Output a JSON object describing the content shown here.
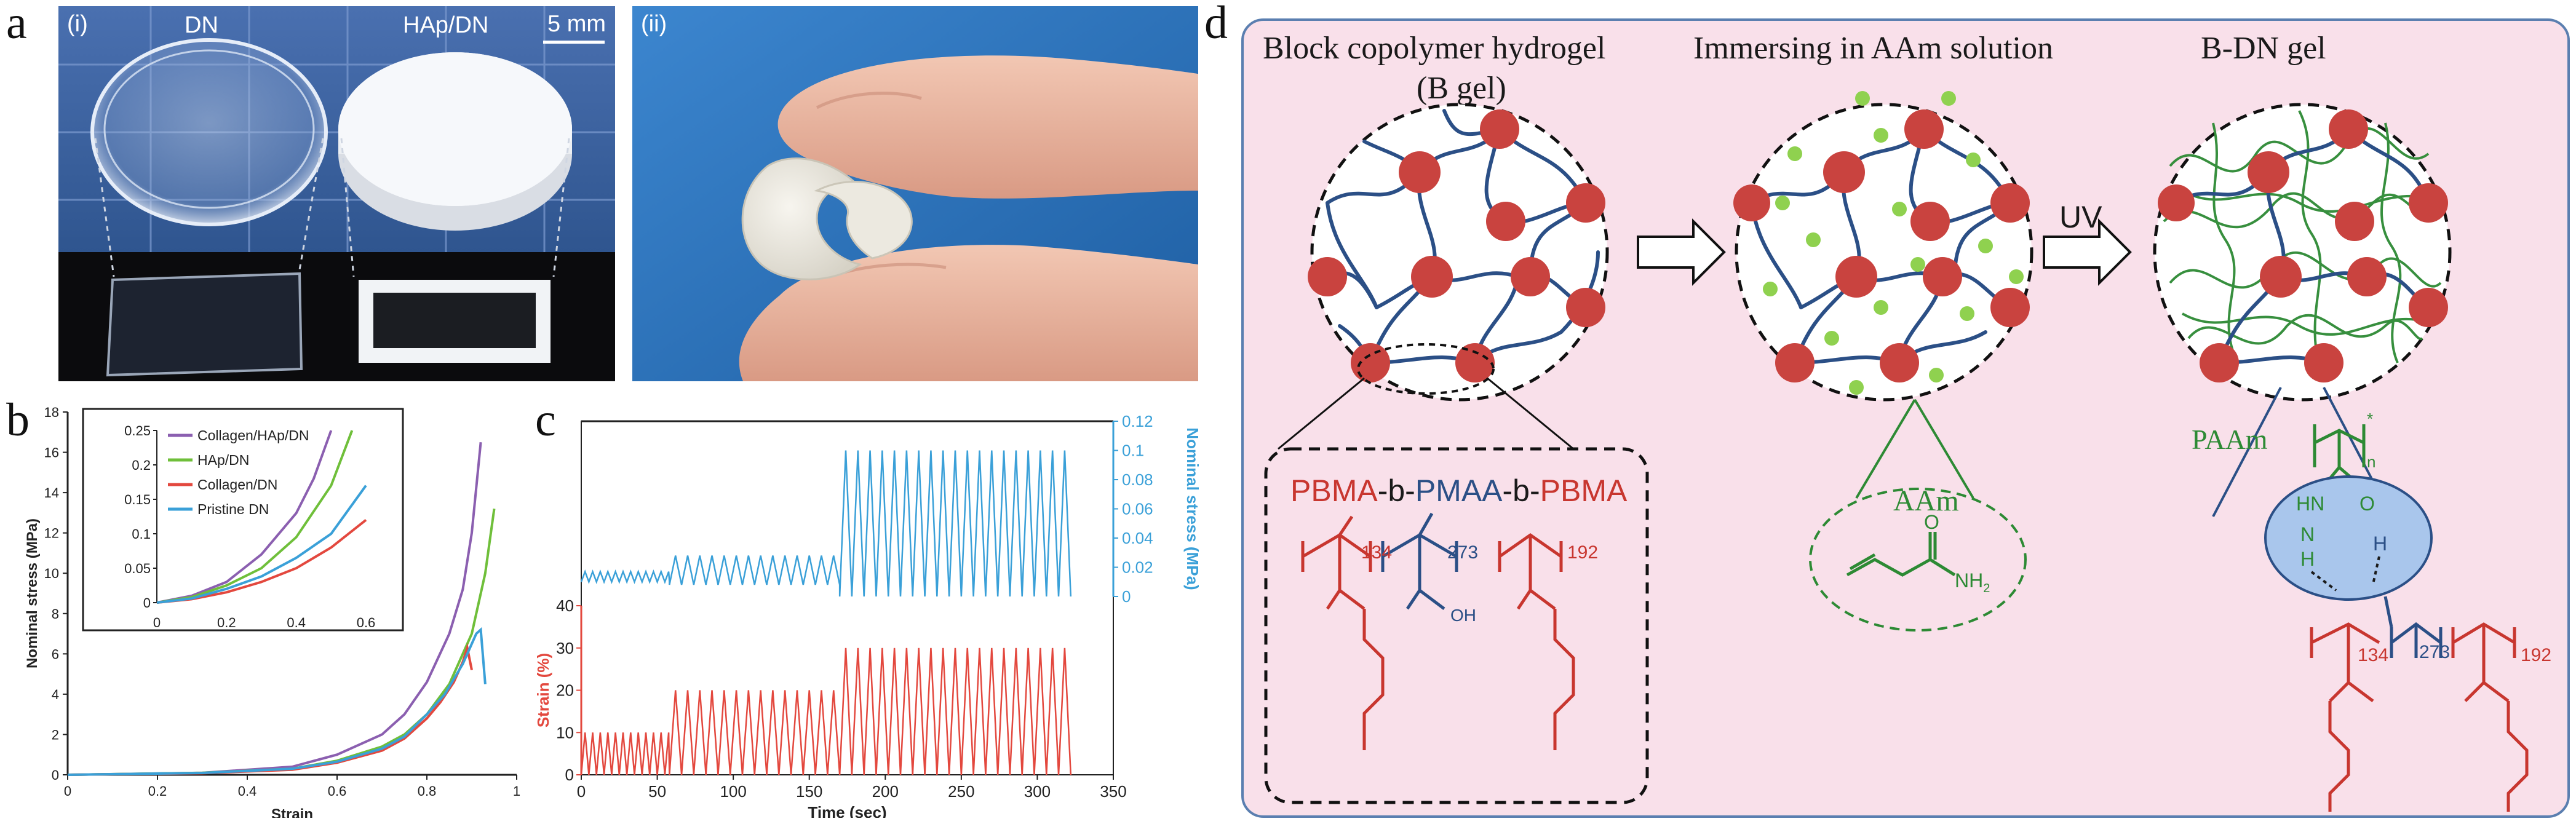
{
  "panels": {
    "a": {
      "letter": "a",
      "photo1": {
        "tag": "(i)",
        "label_left": "DN",
        "label_right": "HAp/DN",
        "scale_bar": "5 mm"
      },
      "photo2": {
        "tag": "(ii)"
      }
    },
    "b": {
      "letter": "b"
    },
    "c": {
      "letter": "c"
    },
    "d": {
      "letter": "d",
      "step1_title": "Block copolymer hydrogel",
      "step1_sub": "(B gel)",
      "step2_title": "Immersing in AAm solution",
      "step3_title": "B-DN gel",
      "uv_label": "UV",
      "polymer": {
        "part1": "PBMA",
        "sep1": "-b-",
        "part2": "PMAA",
        "sep2": "-b-",
        "part3": "PBMA"
      },
      "n134": "134",
      "n273": "273",
      "n192": "192",
      "oh": "OH",
      "aam_label": "AAm",
      "nh2": "NH",
      "nh2_sub": "2",
      "o_label": "O",
      "paam_label": "PAAm",
      "paam_n": "n",
      "paam_star": "*",
      "hn": "HN",
      "h": "H",
      "lower_n134": "134",
      "lower_n273": "273",
      "lower_n192": "192"
    }
  },
  "colors": {
    "red": "#c8362f",
    "blue": "#2b4f86",
    "green": "#2d8a34",
    "pink_bg": "#f9e0ea",
    "panel_border": "#5b7fb0",
    "light_green": "#8fd14f",
    "node_red": "#c9433f"
  },
  "chart_data": [
    {
      "type": "line",
      "panel": "b",
      "xlabel": "Strain",
      "ylabel": "Nominal stress (MPa)",
      "xlim": [
        0,
        1
      ],
      "ylim": [
        0,
        18
      ],
      "x_ticks": [
        "0",
        "0.2",
        "0.4",
        "0.6",
        "0.8",
        "1"
      ],
      "y_ticks": [
        "0",
        "2",
        "4",
        "6",
        "8",
        "10",
        "12",
        "14",
        "16",
        "18"
      ],
      "series": [
        {
          "name": "Collagen/HAp/DN",
          "color": "#8b5fb0",
          "x": [
            0,
            0.3,
            0.5,
            0.6,
            0.7,
            0.75,
            0.8,
            0.85,
            0.88,
            0.9,
            0.92
          ],
          "y": [
            0,
            0.1,
            0.4,
            1.0,
            2.0,
            3.0,
            4.6,
            7.0,
            9.2,
            12.0,
            16.5
          ]
        },
        {
          "name": "HAp/DN",
          "color": "#6fbf3a",
          "x": [
            0,
            0.3,
            0.5,
            0.6,
            0.7,
            0.75,
            0.8,
            0.85,
            0.9,
            0.93,
            0.95
          ],
          "y": [
            0,
            0.1,
            0.3,
            0.7,
            1.4,
            2.0,
            3.0,
            4.5,
            7.0,
            10.0,
            13.2
          ]
        },
        {
          "name": "Collagen/DN",
          "color": "#e3483e",
          "x": [
            0,
            0.3,
            0.5,
            0.6,
            0.7,
            0.75,
            0.8,
            0.83,
            0.86,
            0.88,
            0.89,
            0.9
          ],
          "y": [
            0,
            0.08,
            0.25,
            0.6,
            1.2,
            1.8,
            2.8,
            3.6,
            4.6,
            5.6,
            6.3,
            5.2
          ]
        },
        {
          "name": "Pristine DN",
          "color": "#3aa0d8",
          "x": [
            0,
            0.3,
            0.5,
            0.6,
            0.7,
            0.75,
            0.8,
            0.84,
            0.88,
            0.91,
            0.92,
            0.93
          ],
          "y": [
            0,
            0.09,
            0.3,
            0.65,
            1.3,
            1.9,
            3.0,
            4.0,
            5.5,
            7.0,
            7.2,
            4.5
          ]
        }
      ],
      "inset": {
        "xlim": [
          0,
          0.6
        ],
        "ylim": [
          0,
          0.25
        ],
        "x_ticks": [
          "0",
          "0.2",
          "0.4",
          "0.6"
        ],
        "y_ticks": [
          "0",
          "0.05",
          "0.1",
          "0.15",
          "0.2",
          "0.25"
        ],
        "series": [
          {
            "name": "Collagen/HAp/DN",
            "color": "#8b5fb0",
            "x": [
              0,
              0.1,
              0.2,
              0.3,
              0.4,
              0.45,
              0.5
            ],
            "y": [
              0,
              0.01,
              0.03,
              0.07,
              0.13,
              0.18,
              0.25
            ]
          },
          {
            "name": "HAp/DN",
            "color": "#6fbf3a",
            "x": [
              0,
              0.1,
              0.2,
              0.3,
              0.4,
              0.5,
              0.56
            ],
            "y": [
              0,
              0.008,
              0.025,
              0.05,
              0.095,
              0.17,
              0.25
            ]
          },
          {
            "name": "Collagen/DN",
            "color": "#e3483e",
            "x": [
              0,
              0.1,
              0.2,
              0.3,
              0.4,
              0.5,
              0.6
            ],
            "y": [
              0,
              0.005,
              0.015,
              0.03,
              0.05,
              0.08,
              0.12
            ]
          },
          {
            "name": "Pristine DN",
            "color": "#3aa0d8",
            "x": [
              0,
              0.1,
              0.2,
              0.3,
              0.4,
              0.5,
              0.6
            ],
            "y": [
              0,
              0.006,
              0.02,
              0.038,
              0.065,
              0.1,
              0.17
            ]
          }
        ]
      },
      "legend": "top-left"
    },
    {
      "type": "line",
      "panel": "c",
      "xlabel": "Time (sec)",
      "ylabel_left": "Strain (%)",
      "ylabel_right": "Nominal stress (MPa)",
      "xlim": [
        0,
        350
      ],
      "x_ticks": [
        "0",
        "50",
        "100",
        "150",
        "200",
        "250",
        "300",
        "350"
      ],
      "y_left_ticks": [
        "0",
        "10",
        "20",
        "30",
        "40"
      ],
      "y_right_ticks": [
        "0",
        "0.02",
        "0.04",
        "0.06",
        "0.08",
        "0.1",
        "0.12"
      ],
      "strain_blocks": [
        {
          "t_start": 0,
          "t_end": 58,
          "amplitude": 10,
          "period": 5
        },
        {
          "t_start": 58,
          "t_end": 170,
          "amplitude": 20,
          "period": 8
        },
        {
          "t_start": 170,
          "t_end": 322,
          "amplitude": 30,
          "period": 8
        }
      ],
      "stress_blocks": [
        {
          "t_start": 0,
          "t_end": 58,
          "amplitude": 0.007,
          "base": 0.01,
          "period": 5
        },
        {
          "t_start": 58,
          "t_end": 170,
          "amplitude": 0.02,
          "base": 0.008,
          "period": 8
        },
        {
          "t_start": 170,
          "t_end": 322,
          "amplitude": 0.1,
          "base": 0,
          "period": 8
        }
      ],
      "series": [
        {
          "name": "Strain",
          "color": "#e3483e"
        },
        {
          "name": "Nominal stress",
          "color": "#3aa0d8"
        }
      ]
    }
  ]
}
